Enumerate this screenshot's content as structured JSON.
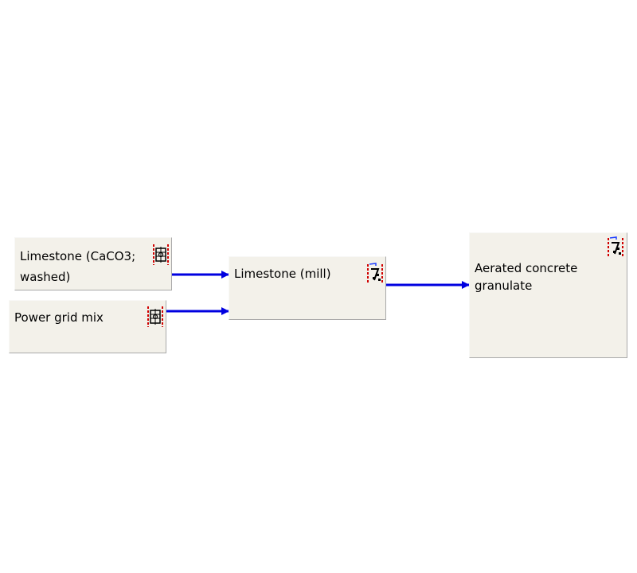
{
  "diagram": {
    "nodes": [
      {
        "id": "limestone-washed",
        "label": "Limestone (CaCO3; washed)",
        "icon": "unit-process-icon"
      },
      {
        "id": "power-grid",
        "label": "Power grid mix",
        "icon": "unit-process-icon"
      },
      {
        "id": "limestone-mill",
        "label": "Limestone (mill)",
        "icon": "system-process-icon"
      },
      {
        "id": "aerated",
        "label": "Aerated concrete granulate",
        "icon": "system-process-icon"
      }
    ],
    "edges": [
      {
        "from": "limestone-washed",
        "to": "limestone-mill"
      },
      {
        "from": "power-grid",
        "to": "limestone-mill"
      },
      {
        "from": "limestone-mill",
        "to": "aerated"
      }
    ]
  },
  "colors": {
    "edge": "#0000e0",
    "node_fill": "#f3f1ea",
    "node_border": "#a9a9a9"
  }
}
